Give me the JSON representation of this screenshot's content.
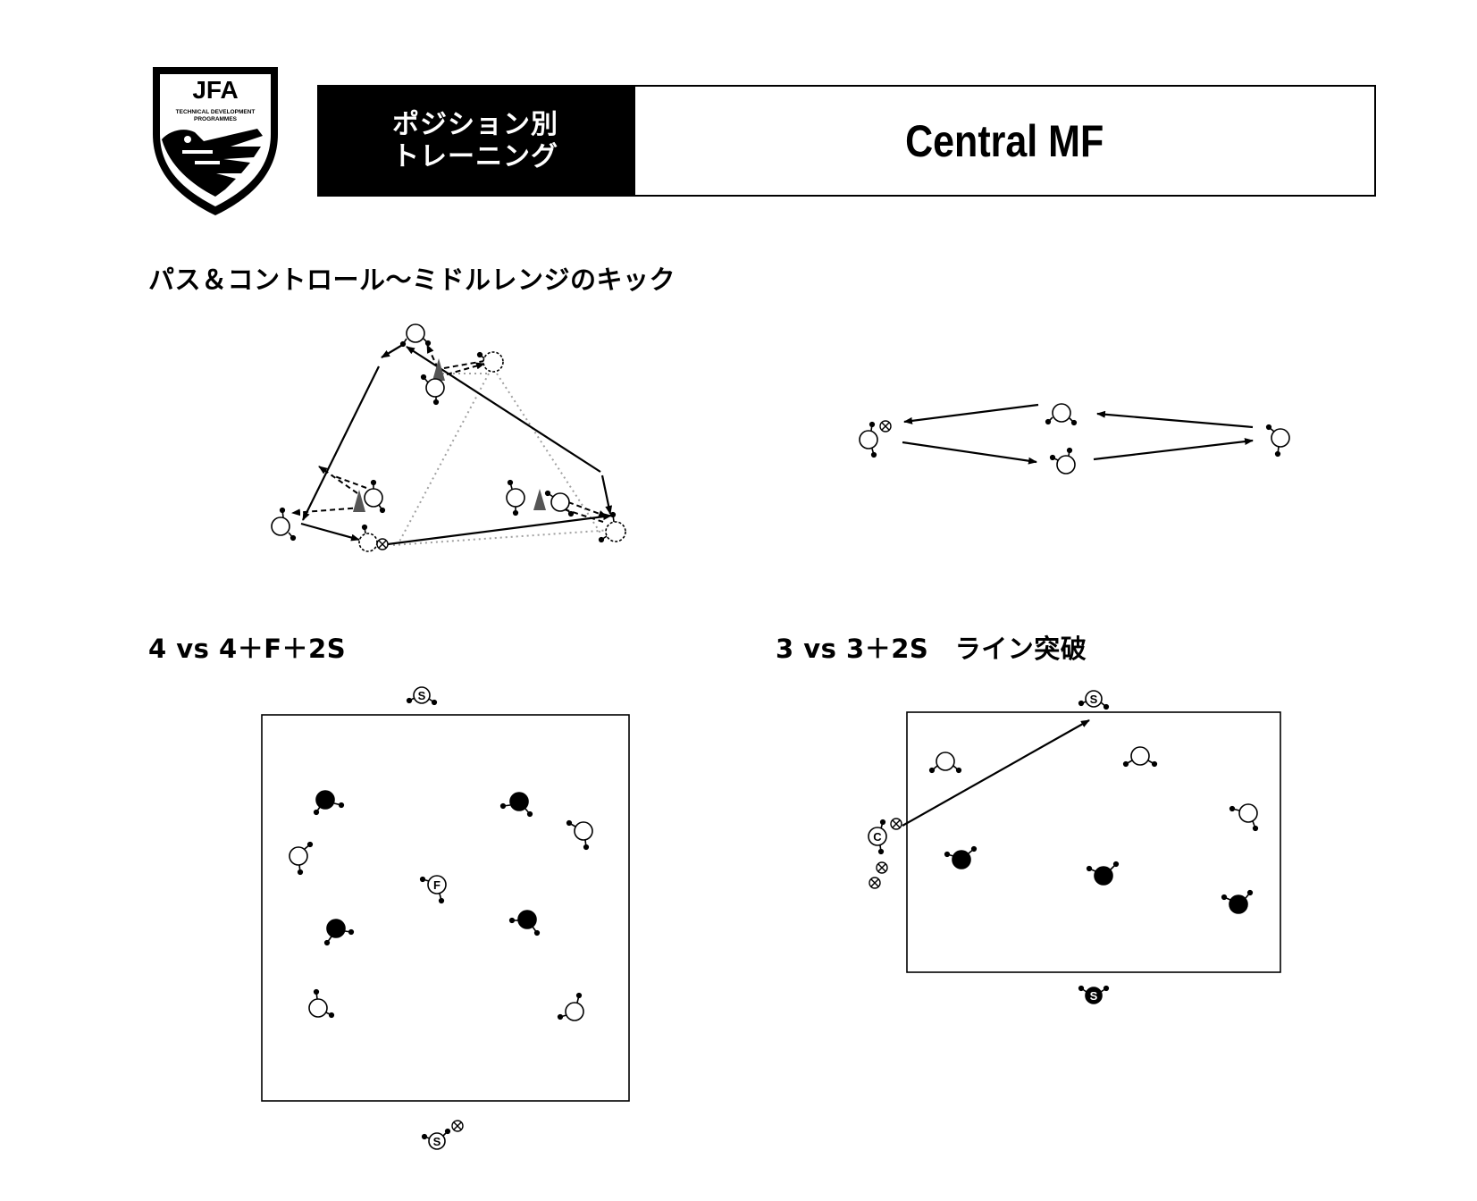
{
  "logo": {
    "brand": "JFA",
    "line1": "TECHNICAL DEVELOPMENT",
    "line2": "PROGRAMMES"
  },
  "header": {
    "category_line1": "ポジション別",
    "category_line2": "トレーニング",
    "position": "Central MF"
  },
  "sections": {
    "drill1": {
      "title": "パス＆コントロール〜ミドルレンジのキック"
    },
    "drill2": {
      "title": "4 vs 4＋F＋2S"
    },
    "drill3": {
      "title": "3 vs 3＋2S　ライン突破"
    }
  },
  "markers": {
    "support": "S",
    "free": "F",
    "coach": "C"
  },
  "colors": {
    "ink": "#000000",
    "cone": "#555555",
    "path": "#a0a0a0",
    "header_bg": "#000000"
  }
}
